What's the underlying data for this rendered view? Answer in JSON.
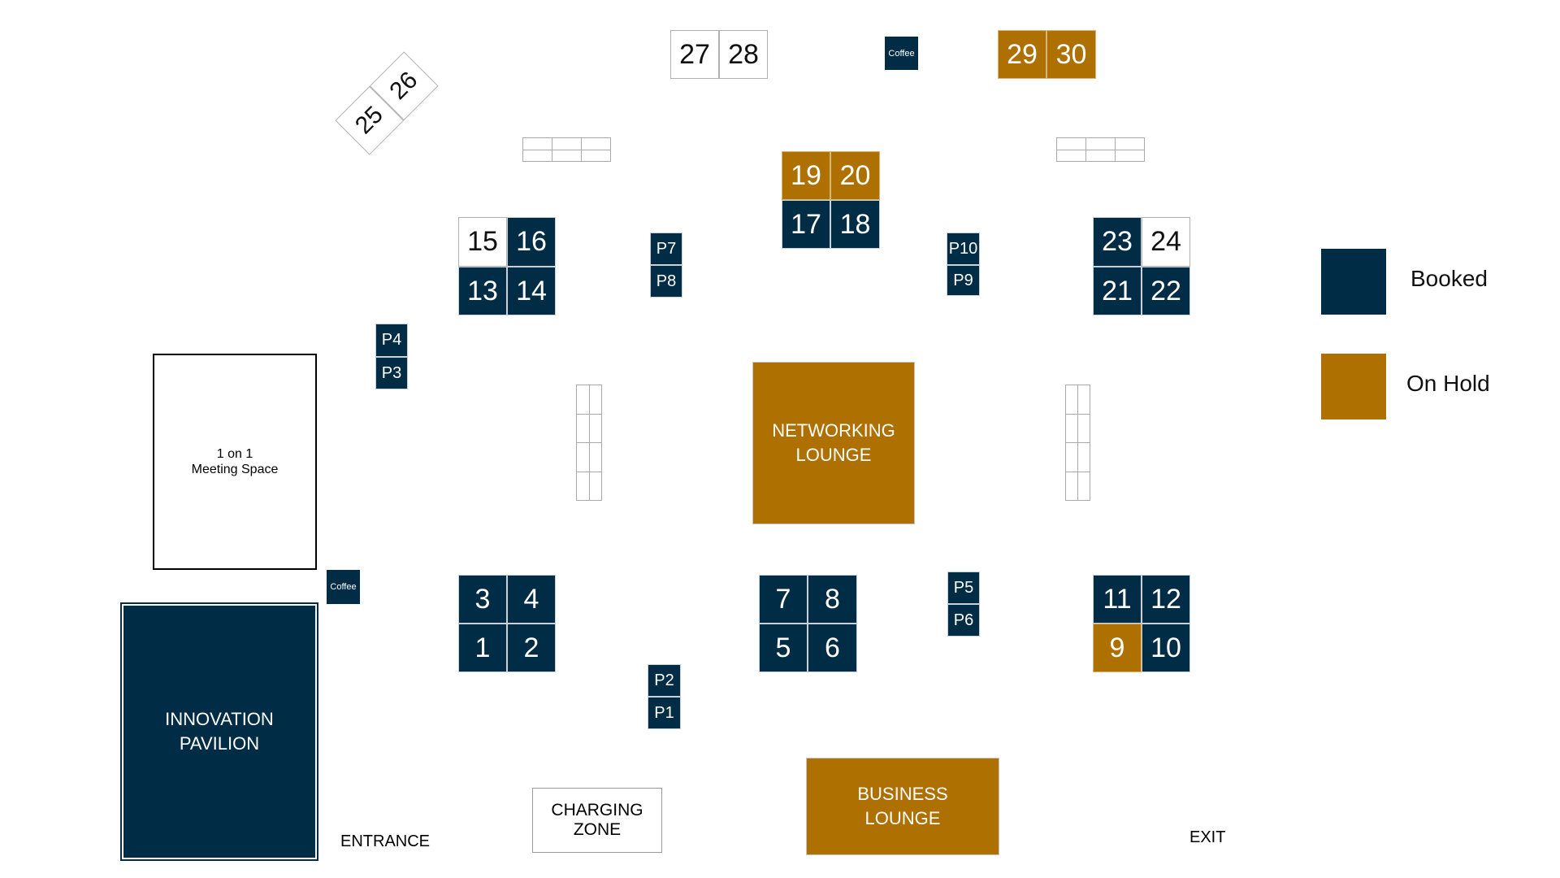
{
  "colors": {
    "booked": "#002c45",
    "on_hold": "#ae7000",
    "available": "#ffffff"
  },
  "legend": {
    "booked_label": "Booked",
    "on_hold_label": "On Hold"
  },
  "booths": [
    {
      "id": "1",
      "status": "booked"
    },
    {
      "id": "2",
      "status": "booked"
    },
    {
      "id": "3",
      "status": "booked"
    },
    {
      "id": "4",
      "status": "booked"
    },
    {
      "id": "5",
      "status": "booked"
    },
    {
      "id": "6",
      "status": "booked"
    },
    {
      "id": "7",
      "status": "booked"
    },
    {
      "id": "8",
      "status": "booked"
    },
    {
      "id": "9",
      "status": "on_hold"
    },
    {
      "id": "10",
      "status": "booked"
    },
    {
      "id": "11",
      "status": "booked"
    },
    {
      "id": "12",
      "status": "booked"
    },
    {
      "id": "13",
      "status": "booked"
    },
    {
      "id": "14",
      "status": "booked"
    },
    {
      "id": "15",
      "status": "available"
    },
    {
      "id": "16",
      "status": "booked"
    },
    {
      "id": "17",
      "status": "booked"
    },
    {
      "id": "18",
      "status": "booked"
    },
    {
      "id": "19",
      "status": "on_hold"
    },
    {
      "id": "20",
      "status": "on_hold"
    },
    {
      "id": "21",
      "status": "booked"
    },
    {
      "id": "22",
      "status": "booked"
    },
    {
      "id": "23",
      "status": "booked"
    },
    {
      "id": "24",
      "status": "available"
    },
    {
      "id": "25",
      "status": "available"
    },
    {
      "id": "26",
      "status": "available"
    },
    {
      "id": "27",
      "status": "available"
    },
    {
      "id": "28",
      "status": "available"
    },
    {
      "id": "29",
      "status": "on_hold"
    },
    {
      "id": "30",
      "status": "on_hold"
    }
  ],
  "pods": [
    "P1",
    "P2",
    "P3",
    "P4",
    "P5",
    "P6",
    "P7",
    "P8",
    "P9",
    "P10"
  ],
  "coffee_label": "Coffee",
  "areas": {
    "networking_lounge": {
      "label": "NETWORKING\nLOUNGE",
      "status": "on_hold"
    },
    "business_lounge": {
      "label": "BUSINESS\nLOUNGE",
      "status": "on_hold"
    },
    "innovation_pavilion": {
      "label": "INNOVATION\nPAVILION",
      "status": "booked"
    },
    "meeting_space": {
      "label": "1 on 1\nMeeting Space"
    },
    "charging_zone": {
      "label": "CHARGING\nZONE"
    }
  },
  "labels": {
    "entrance": "ENTRANCE",
    "exit": "EXIT"
  }
}
